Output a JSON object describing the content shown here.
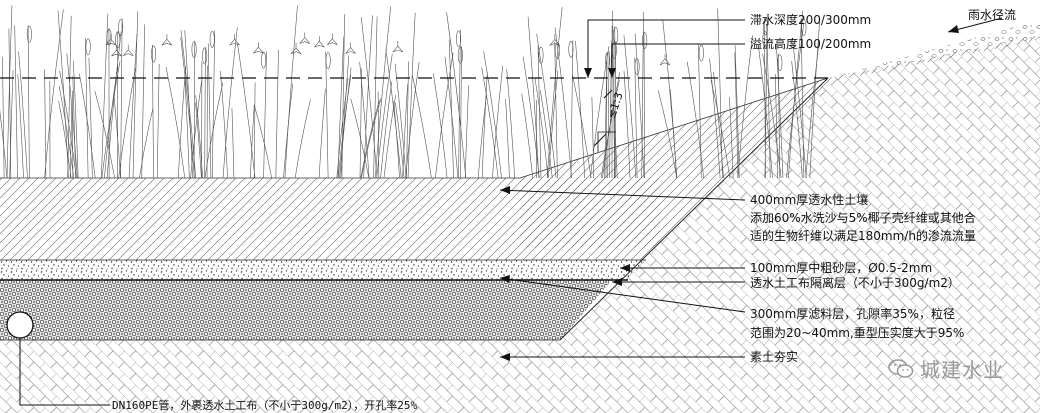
{
  "labels": {
    "ponding_depth": "滞水深度200/300mm",
    "overflow_height": "溢流高度100/200mm",
    "runoff": "雨水径流",
    "slope": "≤1:3",
    "soil_line1": "400mm厚透水性土壤",
    "soil_line2": "添加60%水洗沙与5%椰子壳纤维或其他合",
    "soil_line3": "适的生物纤维以满足180mm/h的渗流流量",
    "sand": "100mm厚中粗砂层，Ø0.5-2mm",
    "geotextile": "透水土工布隔离层（不小于300g/m2）",
    "filter_line1": "300mm厚滤料层，孔隙率35%，粒径",
    "filter_line2": "范围为20~40mm,重型压实度大于95%",
    "subgrade": "素土夯实",
    "pipe": "DN160PE管，外裹透水土工布（不小于300g/m2），开孔率25%"
  },
  "watermark": {
    "text": "城建水业",
    "icon": "wechat-icon"
  }
}
